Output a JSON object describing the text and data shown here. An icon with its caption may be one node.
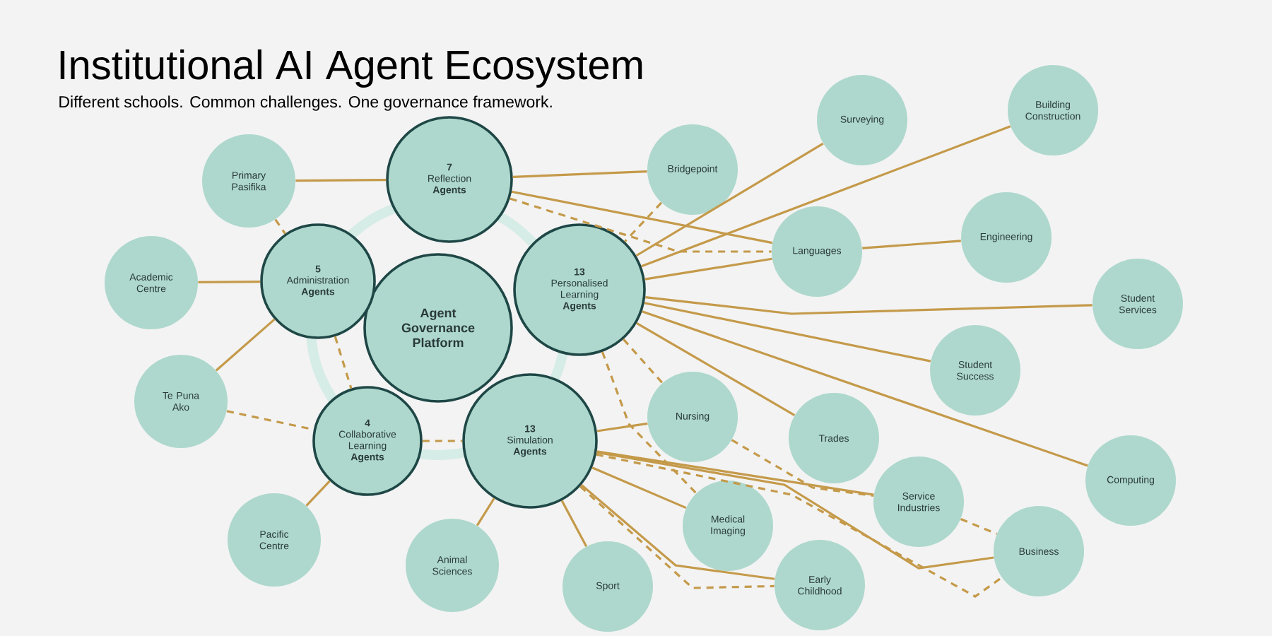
{
  "diagram": {
    "title": "Institutional AI Agent Ecosystem",
    "caption": "Different schools. Common challenges. One governance framework.",
    "nodes": [
      {
        "text": [
          "Agent Governance Platform"
        ]
      },
      {
        "text": [
          "7",
          "Reflection",
          "Agents"
        ]
      },
      {
        "text": [
          "5",
          "Administration",
          "Agents"
        ]
      },
      {
        "text": [
          "13",
          "Personalised Learning",
          "Agents"
        ]
      },
      {
        "text": [
          "4",
          "Collaborative Learning",
          "Agents"
        ]
      },
      {
        "text": [
          "13",
          "Simulation",
          "Agents"
        ]
      },
      {
        "text": [
          "Primary Pasifika"
        ]
      },
      {
        "text": [
          "Academic Centre"
        ]
      },
      {
        "text": [
          "Te Puna Ako"
        ]
      },
      {
        "text": [
          "Pacific Centre"
        ]
      },
      {
        "text": [
          "Animal Sciences"
        ]
      },
      {
        "text": [
          "Sport"
        ]
      },
      {
        "text": [
          "Bridgepoint"
        ]
      },
      {
        "text": [
          "Surveying"
        ]
      },
      {
        "text": [
          "Building Construction"
        ]
      },
      {
        "text": [
          "Languages"
        ]
      },
      {
        "text": [
          "Engineering"
        ]
      },
      {
        "text": [
          "Student Services"
        ]
      },
      {
        "text": [
          "Student Success"
        ]
      },
      {
        "text": [
          "Nursing"
        ]
      },
      {
        "text": [
          "Trades"
        ]
      },
      {
        "text": [
          "Computing"
        ]
      },
      {
        "text": [
          "Medical Imaging"
        ]
      },
      {
        "text": [
          "Service Industries"
        ]
      },
      {
        "text": [
          "Business"
        ]
      },
      {
        "text": [
          "Early Childhood"
        ]
      }
    ],
    "edges": [
      {
        "from": 6,
        "to": 1,
        "arrow": "none"
      },
      {
        "from": 6,
        "to": 2,
        "arrow": "none",
        "style": "dashed"
      },
      {
        "from": 7,
        "to": 2,
        "arrow": "none"
      },
      {
        "from": 8,
        "to": 2,
        "arrow": "none"
      },
      {
        "from": 8,
        "to": 4,
        "arrow": "none",
        "style": "dashed"
      },
      {
        "from": 2,
        "to": 4,
        "arrow": "none",
        "style": "dashed"
      },
      {
        "from": 9,
        "to": 4,
        "arrow": "none"
      },
      {
        "from": 4,
        "to": 5,
        "arrow": "none",
        "style": "dashed"
      },
      {
        "from": 10,
        "to": 5,
        "arrow": "none"
      },
      {
        "from": 11,
        "to": 5,
        "arrow": "none"
      },
      {
        "from": 1,
        "to": 12,
        "arrow": "none"
      },
      {
        "from": 1,
        "to": 15,
        "arrow": "none"
      },
      {
        "from": 1,
        "to": 15,
        "arrow": "none",
        "style": "dashed"
      },
      {
        "from": 12,
        "to": 3,
        "arrow": "none",
        "style": "dashed"
      },
      {
        "from": 3,
        "to": 13,
        "arrow": "none"
      },
      {
        "from": 3,
        "to": 14,
        "arrow": "none"
      },
      {
        "from": 3,
        "to": 15,
        "arrow": "none"
      },
      {
        "from": 15,
        "to": 16,
        "arrow": "none"
      },
      {
        "from": 3,
        "to": 17,
        "arrow": "none"
      },
      {
        "from": 3,
        "to": 18,
        "arrow": "none"
      },
      {
        "from": 3,
        "to": 20,
        "arrow": "none"
      },
      {
        "from": 3,
        "to": 21,
        "arrow": "none"
      },
      {
        "from": 3,
        "to": 19,
        "arrow": "none",
        "style": "dashed"
      },
      {
        "from": 3,
        "to": 22,
        "arrow": "none",
        "style": "dashed"
      },
      {
        "from": 19,
        "to": 5,
        "arrow": "none"
      },
      {
        "from": 19,
        "to": 23,
        "arrow": "none",
        "style": "dashed"
      },
      {
        "from": 5,
        "to": 22,
        "arrow": "none"
      },
      {
        "from": 5,
        "to": 23,
        "arrow": "none"
      },
      {
        "from": 5,
        "to": 24,
        "arrow": "none"
      },
      {
        "from": 5,
        "to": 25,
        "arrow": "none"
      },
      {
        "from": 5,
        "to": 24,
        "arrow": "none",
        "style": "dashed"
      },
      {
        "from": 5,
        "to": 25,
        "arrow": "none",
        "style": "dashed"
      },
      {
        "from": 23,
        "to": 24,
        "arrow": "none",
        "style": "dashed"
      }
    ]
  }
}
